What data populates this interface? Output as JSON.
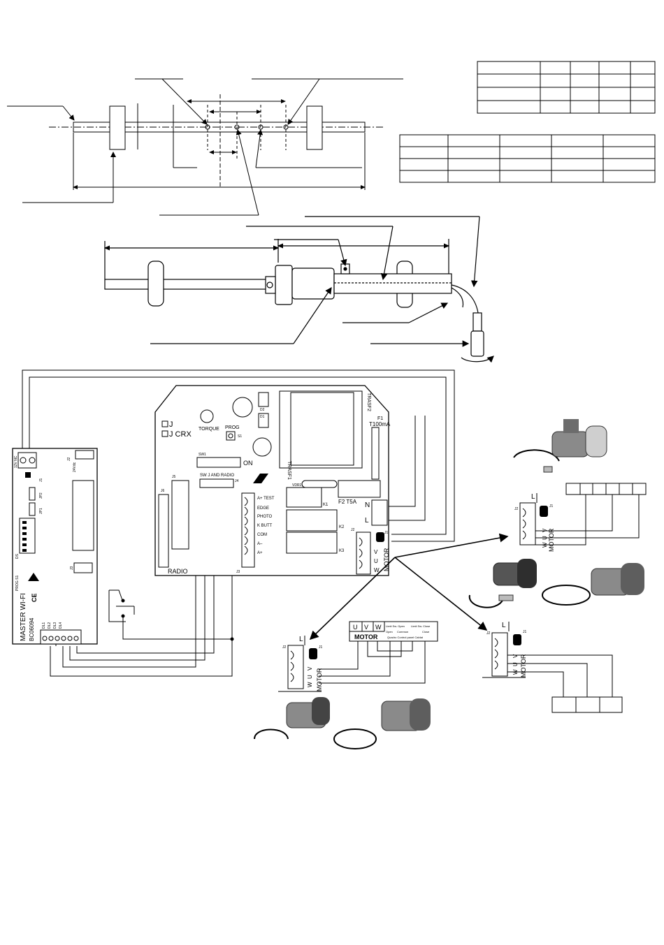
{
  "board": {
    "trasf2": "TRASF2",
    "trasf1": "TRASF1",
    "j_label": "J",
    "jcrx_label": "J CRX",
    "torque": "TORQUE",
    "prog": "PROG",
    "s1": "S1",
    "on": "ON",
    "sw1": "SW1",
    "sw_j_radio": "SW J AND RADIO",
    "j4": "J4",
    "j5": "J5",
    "j6": "J6",
    "j3": "J3",
    "radio": "RADIO",
    "d1": "D1",
    "d2": "D2",
    "f1": "F1",
    "f1_rating": "T100mA",
    "f2": "F2 T5A",
    "vdr1": "VDR1",
    "k1": "K1",
    "k2": "K2",
    "k3": "K3",
    "n": "N",
    "l": "L",
    "j2": "J2",
    "j1": "J1",
    "motor": "MOTOR",
    "v": "V",
    "u": "U",
    "w": "W",
    "terminals": [
      "A+ TEST",
      "EDGE",
      "PHOTO",
      "K BUTT",
      "COM",
      "A–",
      "A+"
    ]
  },
  "master": {
    "title": "MASTER  WI-FI",
    "code": "BC06094",
    "ce": "CE",
    "prog_lbl": "PROG  S1",
    "ds_lbl": "DS",
    "led_labels": [
      "DL1",
      "DL2",
      "DL3",
      "DL4"
    ],
    "v12": "12V  NC",
    "jp_labels": [
      "JP1",
      "JP2"
    ],
    "j1": "J1",
    "j2": "J2",
    "j3": "J3",
    "v24": "24Vdc"
  },
  "motor_panels": {
    "right_top": {
      "l": "L",
      "j2": "J2",
      "j1": "J1",
      "motor": "MOTOR",
      "pins": [
        "V",
        "U",
        "W"
      ]
    },
    "bottom_left": {
      "l": "L",
      "j2": "J2",
      "j1": "J1",
      "motor": "MOTOR",
      "pins": [
        "V",
        "U",
        "W"
      ]
    },
    "right_bottom": {
      "l": "L",
      "j2": "J2",
      "j1": "J1",
      "motor": "MOTOR",
      "pins": [
        "V",
        "U",
        "W"
      ]
    }
  },
  "legend_box": {
    "cols": [
      "U",
      "V",
      "W"
    ],
    "header": "MOTOR",
    "notes": [
      "Limit Sw. Open",
      "Limit Sw. Close",
      "Open",
      "Common",
      "Close",
      "Quadro Control panel Cablat"
    ]
  },
  "colors": {
    "line": "#000000",
    "paper": "#ffffff",
    "photo_grey": "#8a8a8a"
  }
}
